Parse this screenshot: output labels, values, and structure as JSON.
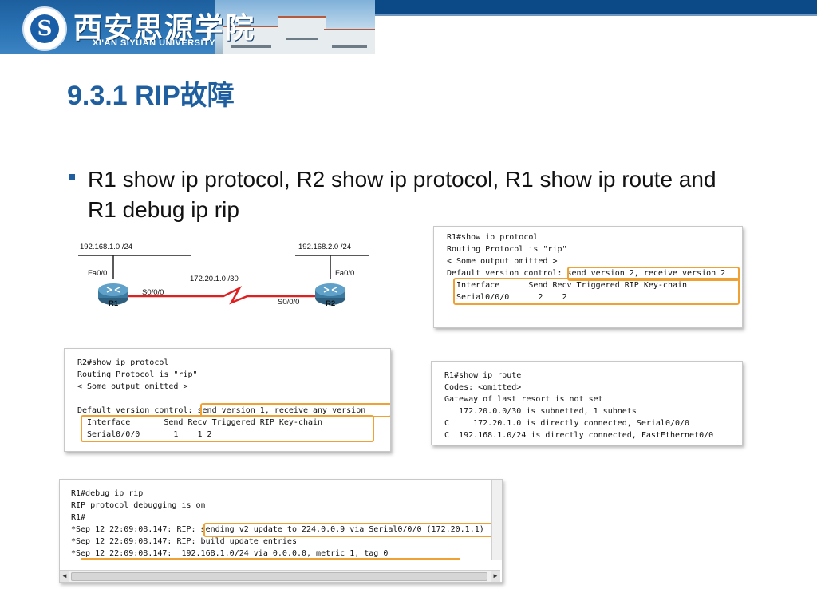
{
  "header": {
    "school_cn": "西安思源学院",
    "school_en": "XI'AN SIYUAN UNIVERSITY",
    "logo_letter": "S"
  },
  "slide": {
    "title": "9.3.1 RIP故障",
    "bullet": "R1 show ip protocol, R2 show ip protocol, R1 show ip route and R1 debug ip rip"
  },
  "topology": {
    "r1_net": "192.168.1.0 /24",
    "r2_net": "192.168.2.0 /24",
    "r1_fa": "Fa0/0",
    "r2_fa": "Fa0/0",
    "link_net": "172.20.1.0 /30",
    "r1_serial": "S0/0/0",
    "r2_serial": "S0/0/0",
    "r1_name": "R1",
    "r2_name": "R2"
  },
  "panel_r1_protocol": {
    "lines": [
      "R1#show ip protocol",
      "Routing Protocol is \"rip\"",
      "< Some output omitted >",
      "Default version control: send version 2, receive version 2",
      "  Interface      Send Recv Triggered RIP Key-chain",
      "  Serial0/0/0      2    2"
    ]
  },
  "panel_r2_protocol": {
    "lines": [
      "R2#show ip protocol",
      "Routing Protocol is \"rip\"",
      "< Some output omitted >",
      "",
      "Default version control: send version 1, receive any version",
      "  Interface       Send Recv Triggered RIP Key-chain",
      "  Serial0/0/0       1    1 2"
    ]
  },
  "panel_r1_route": {
    "lines": [
      "R1#show ip route",
      "Codes: <omitted>",
      "Gateway of last resort is not set",
      "   172.20.0.0/30 is subnetted, 1 subnets",
      "C     172.20.1.0 is directly connected, Serial0/0/0",
      "C  192.168.1.0/24 is directly connected, FastEthernet0/0"
    ]
  },
  "panel_r1_debug": {
    "lines": [
      "R1#debug ip rip",
      "RIP protocol debugging is on",
      "R1#",
      "*Sep 12 22:09:08.147: RIP: sending v2 update to 224.0.0.9 via Serial0/0/0 (172.20.1.1)",
      "*Sep 12 22:09:08.147: RIP: build update entries",
      "*Sep 12 22:09:08.147:  192.168.1.0/24 via 0.0.0.0, metric 1, tag 0"
    ],
    "scroll_left": "◄",
    "scroll_right": "►"
  },
  "colors": {
    "title": "#1f5fa0",
    "highlight": "#f0a133",
    "header_bar": "#0b4a86",
    "link": "#e02020"
  }
}
